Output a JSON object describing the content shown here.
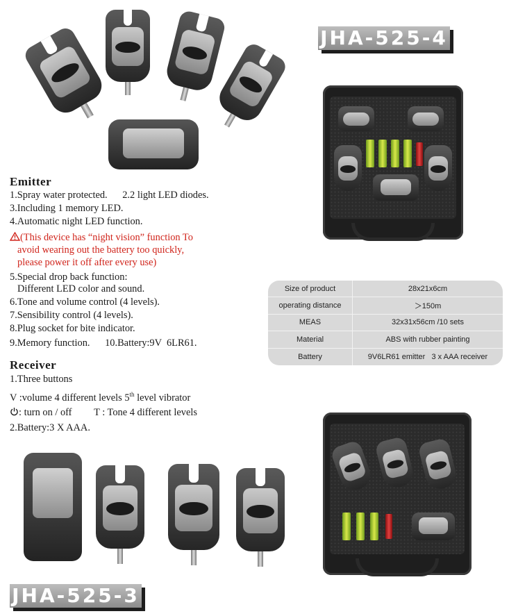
{
  "banners": {
    "top": "JHA-525-4",
    "bottom": "JHA-525-3"
  },
  "emitter": {
    "heading": "Emitter",
    "lines": [
      "1.Spray water protected.      2.2 light LED diodes.",
      "3.Including 1 memory LED.",
      "4.Automatic night LED function."
    ],
    "warning_lines": [
      "(This device has “night vision” function To",
      "avoid wearing out the battery too quickly,",
      "please power it off after every use)"
    ],
    "lines_after": [
      "5.Special drop back function:",
      "Different LED color and sound.",
      "6.Tone and volume control (4 levels).",
      "7.Sensibility control (4 levels).",
      "8.Plug socket for bite indicator.",
      "9.Memory function.      10.Battery:9V  6LR61."
    ]
  },
  "receiver": {
    "heading": "Receiver",
    "line1": "1.Three buttons",
    "line2_prefix": "V :volume 4 different levels 5",
    "line2_sup": "th",
    "line2_suffix": " level vibrator",
    "line3_power": ": turn on / off",
    "line3_tone": "T : Tone 4 different levels",
    "line4": "2.Battery:3 X AAA."
  },
  "spec_table": [
    {
      "label": "Size of product",
      "value": "28x21x6cm"
    },
    {
      "label": "operating distance",
      "value": "＞150m"
    },
    {
      "label": "MEAS",
      "value": "32x31x56cm /10 sets"
    },
    {
      "label": "Material",
      "value": "ABS with rubber painting"
    },
    {
      "label": "Battery",
      "value": "9V6LR61 emitter   3 x AAA receiver"
    }
  ],
  "icons": {
    "warning": "warning-triangle-icon",
    "power": "power-icon"
  },
  "colors": {
    "warning_text": "#d0241b",
    "banner_fill": "#a6a6a6",
    "table_bg": "#d9d9d9"
  }
}
